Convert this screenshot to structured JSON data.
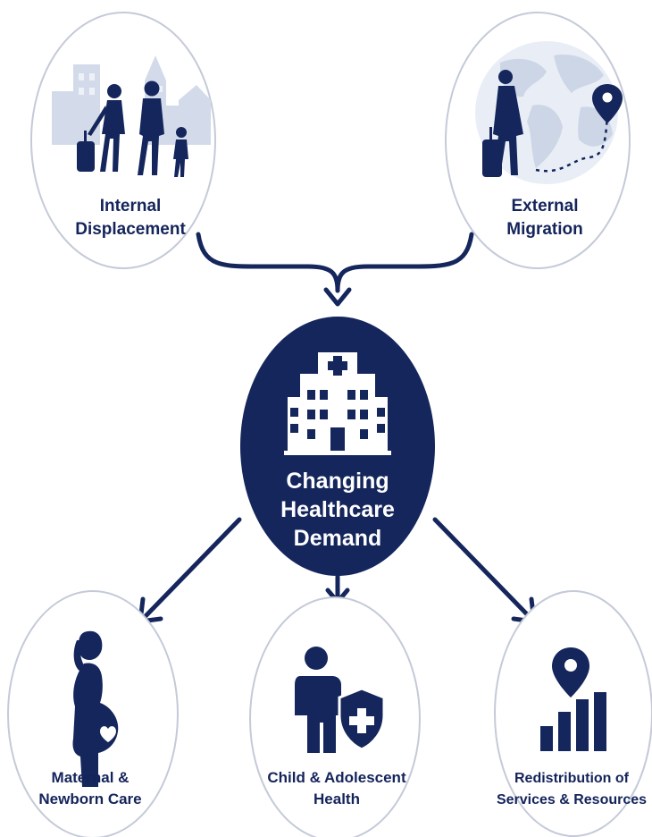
{
  "colors": {
    "navy": "#14265c",
    "circle_border": "#c4cad8",
    "light_illustration": "#cfd8e8",
    "background": "#ffffff"
  },
  "diagram": {
    "center": {
      "label_lines": [
        "Changing",
        "Healthcare",
        "Demand"
      ],
      "icon": "hospital-icon"
    },
    "sources": [
      {
        "id": "internal",
        "label_lines": [
          "Internal",
          "Displacement"
        ],
        "icon": "family-walking-icon"
      },
      {
        "id": "external",
        "label_lines": [
          "External",
          "Migration"
        ],
        "icon": "woman-traveler-globe-icon"
      }
    ],
    "outcomes": [
      {
        "id": "maternal",
        "label_lines": [
          "Maternal &",
          "Newborn Care"
        ],
        "icon": "pregnant-woman-icon"
      },
      {
        "id": "child",
        "label_lines": [
          "Child & Adolescent",
          "Health"
        ],
        "icon": "child-shield-icon"
      },
      {
        "id": "redistribution",
        "label_lines": [
          "Redistribution of",
          "Services & Resources"
        ],
        "icon": "location-bar-chart-icon"
      }
    ]
  }
}
